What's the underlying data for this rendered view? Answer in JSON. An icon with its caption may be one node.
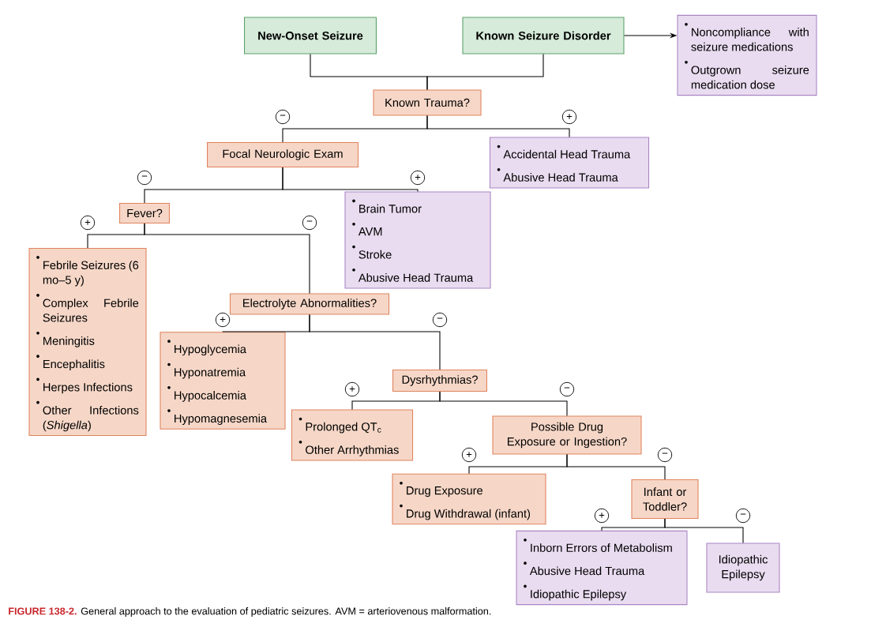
{
  "diagram": {
    "caption": "**FIGURE 138-2.** General approach to the evaluation of pediatric seizures. AVM = arteriovenous malformation.",
    "nodes": [
      {
        "text": [
          "New-Onset Seizure"
        ]
      },
      {
        "text": [
          "Known Seizure Disorder"
        ]
      },
      {
        "text": [
          "Noncompliance with seizure medications",
          "Outgrown seizure medication dose"
        ]
      },
      {
        "text": [
          "Known Trauma?"
        ]
      },
      {
        "text": [
          "Focal Neurologic Exam"
        ]
      },
      {
        "text": [
          "Accidental Head Trauma",
          "Abusive Head Trauma"
        ]
      },
      {
        "text": [
          "Fever?"
        ]
      },
      {
        "text": [
          "Brain Tumor",
          "AVM",
          "Stroke",
          "Abusive Head Trauma"
        ]
      },
      {
        "text": [
          "Febrile Seizures (6 mo–5 y)",
          "Complex Febrile Seizures",
          "Meningitis",
          "Encephalitis",
          "Herpes Infections",
          "Other Infections (*Shigella*)"
        ]
      },
      {
        "text": [
          "Electrolyte Abnormalities?"
        ]
      },
      {
        "text": [
          "Hypoglycemia",
          "Hyponatremia",
          "Hypocalcemia",
          "Hypomagnesemia"
        ]
      },
      {
        "text": [
          "Dysrhythmias?"
        ]
      },
      {
        "text": [
          "Prolonged QT$_{c}$",
          "Other Arrhythmias"
        ]
      },
      {
        "text": [
          "Possible Drug Exposure or Ingestion?"
        ]
      },
      {
        "text": [
          "Drug Exposure",
          "Drug Withdrawal (infant)"
        ]
      },
      {
        "text": [
          "Infant or Toddler?"
        ]
      },
      {
        "text": [
          "Inborn Errors of Metabolism",
          "Abusive Head Trauma",
          "Idiopathic Epilepsy"
        ]
      },
      {
        "text": [
          "Idiopathic Epilepsy"
        ]
      }
    ],
    "edges": [
      {
        "from": 0,
        "to": 3,
        "arrow": "none"
      },
      {
        "from": 1,
        "to": 3,
        "arrow": "none"
      },
      {
        "from": 1,
        "to": 2,
        "arrow": "to"
      },
      {
        "from": 3,
        "to": 4,
        "arrow": "none",
        "label": "−"
      },
      {
        "from": 3,
        "to": 5,
        "arrow": "none",
        "label": "+"
      },
      {
        "from": 4,
        "to": 6,
        "arrow": "none",
        "label": "−"
      },
      {
        "from": 4,
        "to": 7,
        "arrow": "none",
        "label": "+"
      },
      {
        "from": 6,
        "to": 8,
        "arrow": "none",
        "label": "+"
      },
      {
        "from": 6,
        "to": 9,
        "arrow": "none",
        "label": "−"
      },
      {
        "from": 9,
        "to": 10,
        "arrow": "none",
        "label": "+"
      },
      {
        "from": 9,
        "to": 11,
        "arrow": "none",
        "label": "−"
      },
      {
        "from": 11,
        "to": 12,
        "arrow": "none",
        "label": "+"
      },
      {
        "from": 11,
        "to": 13,
        "arrow": "none",
        "label": "−"
      },
      {
        "from": 13,
        "to": 14,
        "arrow": "none",
        "label": "+"
      },
      {
        "from": 13,
        "to": 15,
        "arrow": "none",
        "label": "−"
      },
      {
        "from": 15,
        "to": 16,
        "arrow": "none",
        "label": "+"
      },
      {
        "from": 15,
        "to": 17,
        "arrow": "none",
        "label": "−"
      }
    ]
  }
}
